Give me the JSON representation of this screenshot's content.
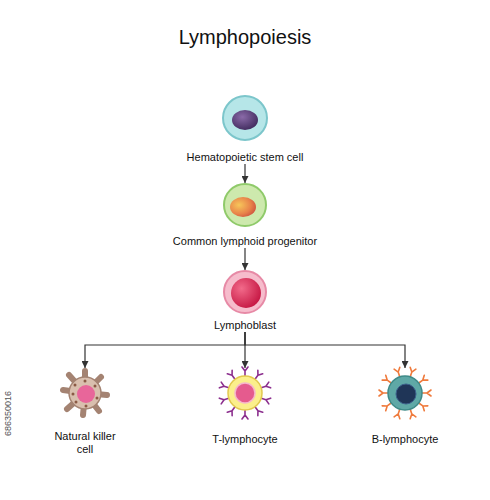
{
  "diagram": {
    "title": "Lymphopoiesis",
    "nodes": [
      {
        "text": [
          "Hematopoietic stem cell"
        ]
      },
      {
        "text": [
          "Common lymphoid progenitor"
        ]
      },
      {
        "text": [
          "Lymphoblast"
        ]
      },
      {
        "text": [
          "Natural killer cell"
        ]
      },
      {
        "text": [
          "T-lymphocyte"
        ]
      },
      {
        "text": [
          "B-lymphocyte"
        ]
      }
    ],
    "edges": [
      {
        "from": 0,
        "to": 1,
        "arrow": "to"
      },
      {
        "from": 1,
        "to": 2,
        "arrow": "to"
      },
      {
        "from": 2,
        "to": 3,
        "arrow": "to"
      },
      {
        "from": 2,
        "to": 4,
        "arrow": "to"
      },
      {
        "from": 2,
        "to": 5,
        "arrow": "to"
      }
    ],
    "labels": [
      "686350016"
    ]
  }
}
